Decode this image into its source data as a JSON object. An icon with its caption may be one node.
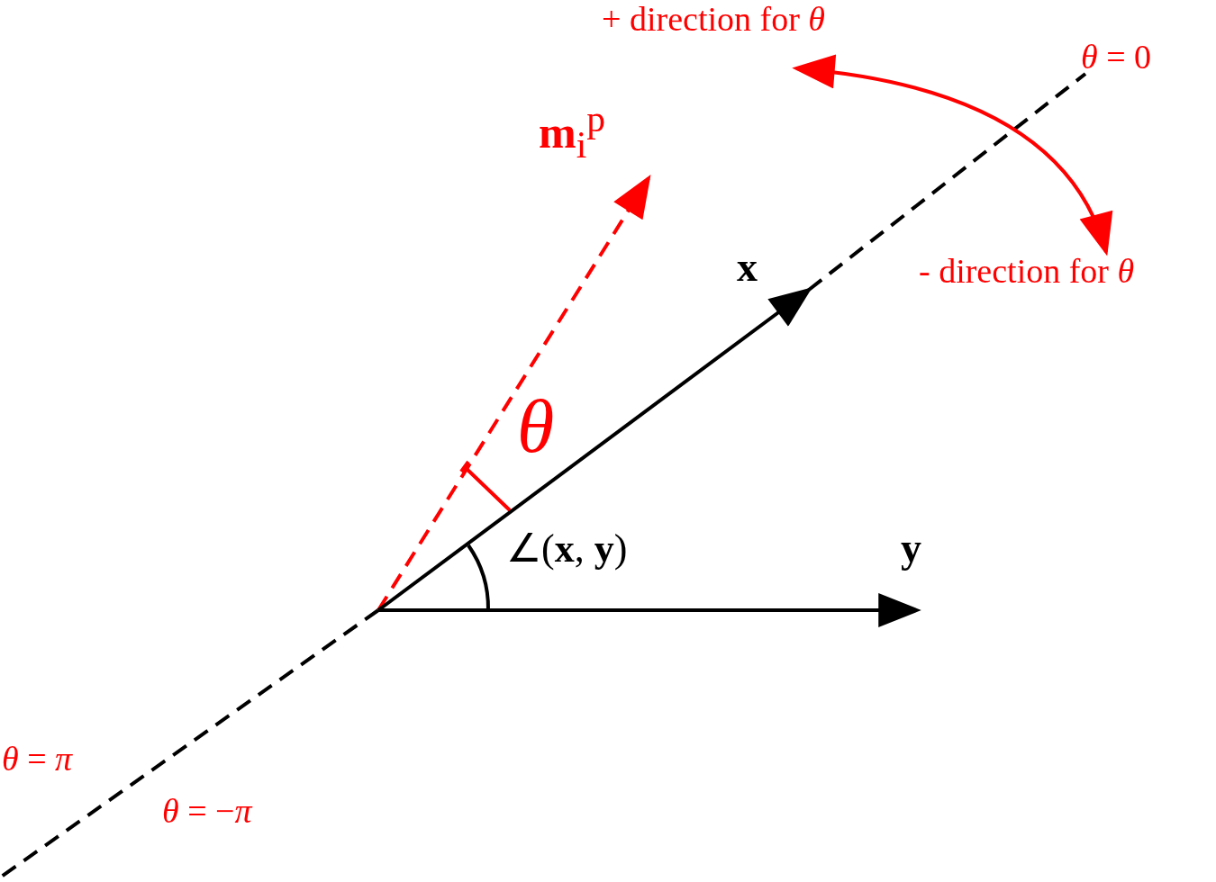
{
  "diagram": {
    "nodes": [
      {
        "text": [
          "+ direction for *θ*"
        ]
      },
      {
        "text": [
          "**m**$_{i}$$^{p}$"
        ]
      },
      {
        "text": [
          "x"
        ]
      },
      {
        "text": [
          "- direction for *θ*"
        ]
      },
      {
        "text": [
          "y"
        ]
      }
    ],
    "edges": [
      {
        "from": 0,
        "to": 3,
        "arrow": "both",
        "color": "#ff0000"
      },
      {
        "from": null,
        "to": 1,
        "arrow": "to",
        "style": "dashed",
        "color": "#ff0000"
      },
      {
        "from": null,
        "to": 2,
        "arrow": "to",
        "color": "#000000"
      },
      {
        "from": null,
        "to": 4,
        "arrow": "to",
        "color": "#000000"
      }
    ],
    "labels": [
      "*θ* = 0",
      "*θ*",
      "∠(**x**, **y**)",
      "*θ* = *π*",
      "*θ* = −*π*"
    ]
  }
}
